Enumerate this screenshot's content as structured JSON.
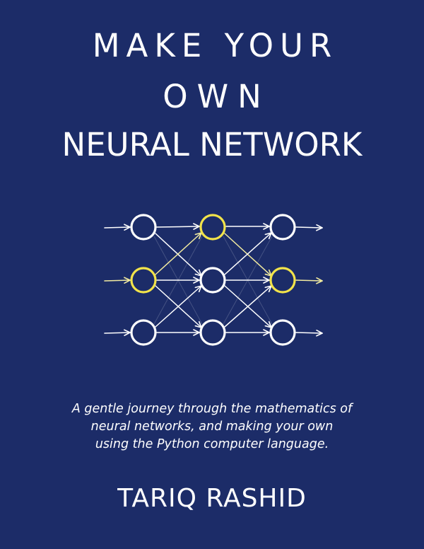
{
  "cover": {
    "background_color": "#1c2c68",
    "title": {
      "line1": "MAKE YOUR",
      "line2": "OWN",
      "line3": "NEURAL NETWORK"
    },
    "illustration": {
      "name": "neural-network-diagram",
      "layers": 3,
      "nodes_per_layer": 3,
      "node_color": "#ffffff",
      "highlight_color": "#f2e34a",
      "highlighted_nodes": [
        "layer1-node2",
        "layer2-node1",
        "layer3-node2"
      ]
    },
    "subtitle": {
      "line1": "A gentle journey through the mathematics of",
      "line2": "neural networks, and making your own",
      "line3": "using the Python computer language."
    },
    "author": "TARIQ RASHID"
  }
}
